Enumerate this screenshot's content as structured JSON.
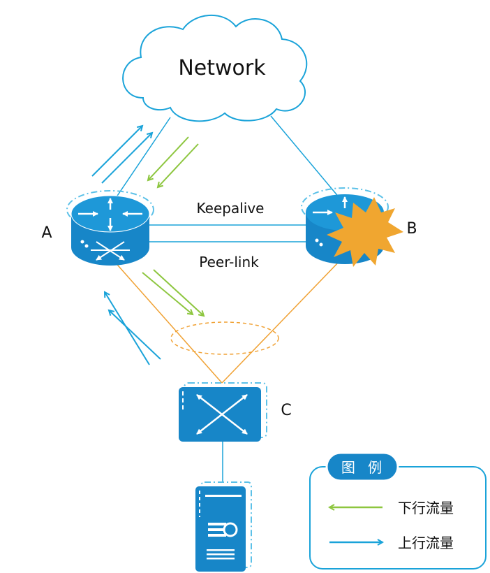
{
  "diagram": {
    "cloud_label": "Network",
    "nodes": {
      "a": {
        "label": "A"
      },
      "b": {
        "label": "B"
      },
      "c": {
        "label": "C"
      }
    },
    "links": {
      "keepalive": "Keepalive",
      "peer_link": "Peer-link"
    },
    "legend": {
      "title": "图 例",
      "items": [
        {
          "label": "下行流量",
          "color": "#8dc63f",
          "arrow": "left"
        },
        {
          "label": "上行流量",
          "color": "#1aa3d9",
          "arrow": "right"
        }
      ]
    },
    "colors": {
      "device_blue": "#1786c8",
      "uplink_blue": "#1aa3d9",
      "downlink_green": "#8dc63f",
      "aggregation_orange": "#f0a133",
      "fault_burst": "#f0a630"
    },
    "fault_node": "b"
  }
}
